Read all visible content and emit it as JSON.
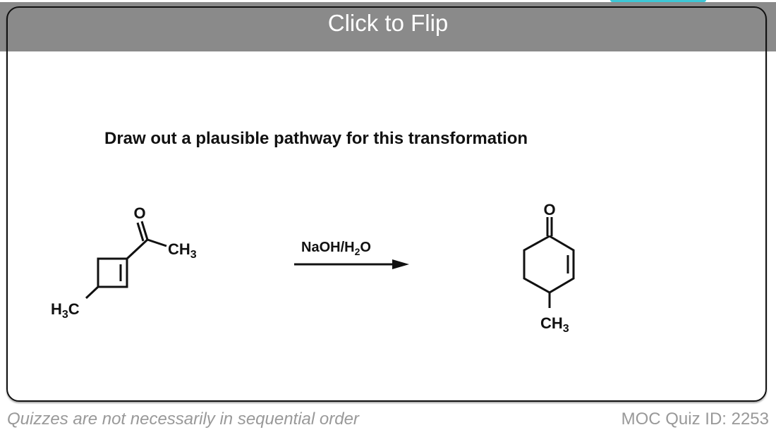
{
  "header": {
    "flip_label": "Click to Flip"
  },
  "card": {
    "question": "Draw out a plausible pathway for this transformation",
    "reactant": {
      "oxygen": "O",
      "methyl_right": "CH",
      "methyl_right_sub": "3",
      "methyl_left_h": "H",
      "methyl_left_sub": "3",
      "methyl_left_c": "C"
    },
    "reagent": {
      "text_pre": "NaOH/H",
      "text_sub": "2",
      "text_post": "O"
    },
    "product": {
      "oxygen": "O",
      "methyl": "CH",
      "methyl_sub": "3"
    }
  },
  "footer": {
    "note": "Quizzes are not necessarily in sequential order",
    "quiz_id": "MOC Quiz ID: 2253"
  }
}
